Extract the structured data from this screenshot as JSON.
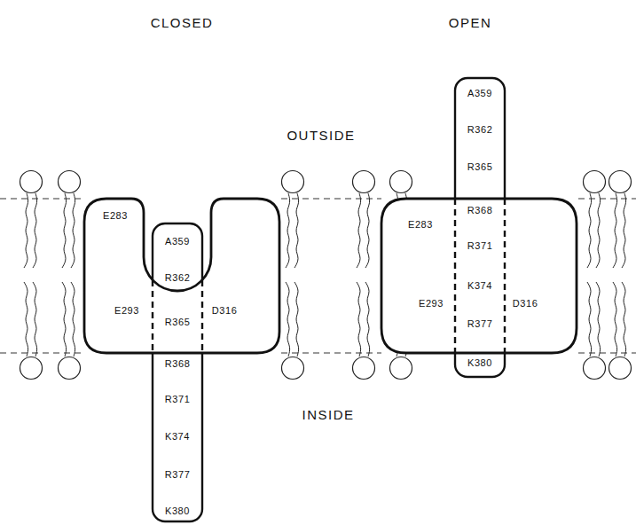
{
  "diagram": {
    "nodes": [
      {
        "text": [
          "E283",
          "E293",
          "D316"
        ]
      },
      {
        "text": [
          "A359",
          "R362",
          "R365",
          "R368",
          "R371",
          "K374",
          "R377",
          "K380"
        ]
      },
      {
        "text": [
          "E283",
          "E293",
          "D316"
        ]
      },
      {
        "text": [
          "A359",
          "R362",
          "R365",
          "R368",
          "R371",
          "K374",
          "R377",
          "K380"
        ]
      }
    ],
    "labels": [
      "CLOSED",
      "OPEN",
      "OUTSIDE",
      "INSIDE"
    ]
  }
}
